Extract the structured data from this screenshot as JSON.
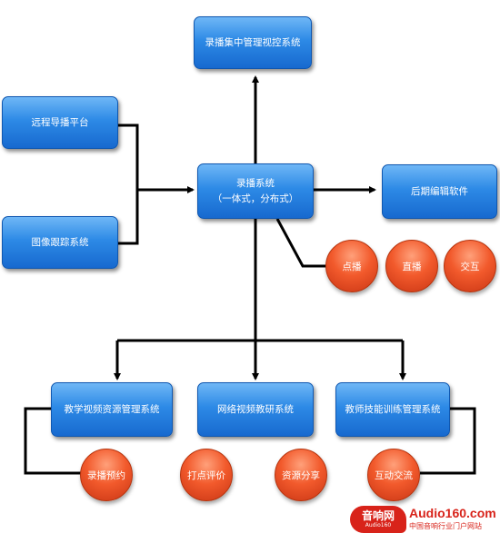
{
  "diagram": {
    "nodes": {
      "top": "录播集中管理视控系统",
      "remote": "远程导播平台",
      "tracking": "图像跟踪系统",
      "center_line1": "录播系统",
      "center_line2": "（一体式，分布式）",
      "postedit": "后期编辑软件",
      "resource": "教学视频资源管理系统",
      "research": "网络视频教研系统",
      "training": "教师技能训练管理系统"
    },
    "circles": {
      "vod": "点播",
      "live": "直播",
      "interact": "交互",
      "schedule": "录播预约",
      "rating": "打点评价",
      "sharing": "资源分享",
      "exchange": "互动交流"
    },
    "colors": {
      "box": "#2d8ae6",
      "circle": "#f25a2c",
      "connector": "#000000"
    }
  },
  "watermark": {
    "logo_cn": "音响网",
    "logo_en": "Audio160",
    "site": "Audio160.com",
    "tagline": "中国音响行业门户网站"
  }
}
